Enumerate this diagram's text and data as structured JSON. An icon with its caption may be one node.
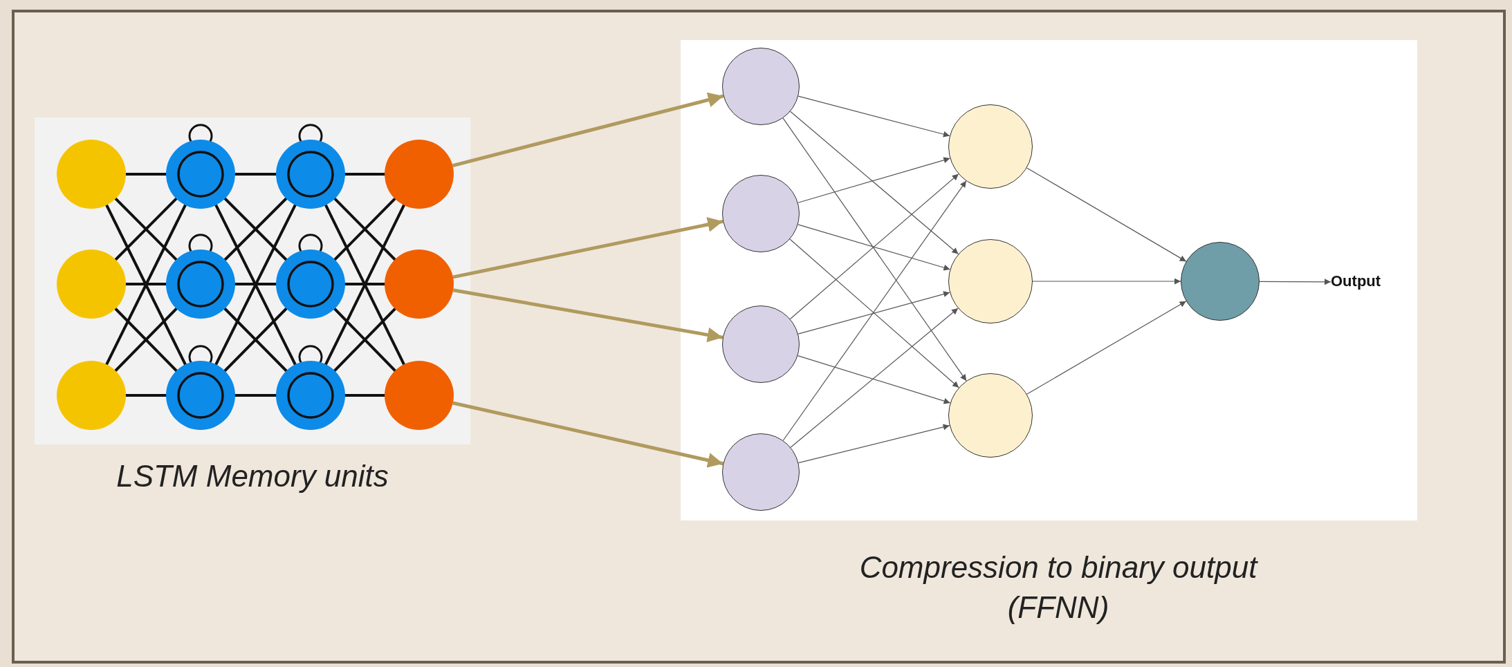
{
  "diagram": {
    "nodes": [
      {
        "text": [],
        "shape": "picture",
        "beside": [
          "LSTM Memory units"
        ]
      },
      {
        "text": [],
        "shape": "circle",
        "in": 0
      },
      {
        "text": [],
        "shape": "circle",
        "in": 0
      },
      {
        "text": [],
        "shape": "circle",
        "in": 0
      },
      {
        "text": [],
        "shape": "picture",
        "beside": [
          "Compression to binary output (FFNN)"
        ]
      },
      {
        "text": [],
        "shape": "circle",
        "in": 4
      },
      {
        "text": [],
        "shape": "circle",
        "in": 4
      },
      {
        "text": [],
        "shape": "circle",
        "in": 4
      },
      {
        "text": [],
        "shape": "circle",
        "in": 4
      },
      {
        "text": [],
        "shape": "circle",
        "in": 4
      },
      {
        "text": [],
        "shape": "circle",
        "in": 4
      },
      {
        "text": [],
        "shape": "circle",
        "in": 4
      },
      {
        "text": [],
        "shape": "circle",
        "in": 4
      },
      {
        "text": [
          "Output"
        ],
        "in": 4
      }
    ],
    "edges": [
      {
        "from": 1,
        "to": 5,
        "arrow": "to",
        "style": "thick",
        "color": "#b09a5e"
      },
      {
        "from": 2,
        "to": 6,
        "arrow": "to",
        "style": "thick",
        "color": "#b09a5e"
      },
      {
        "from": 2,
        "to": 7,
        "arrow": "to",
        "style": "thick",
        "color": "#b09a5e"
      },
      {
        "from": 3,
        "to": 8,
        "arrow": "to",
        "style": "thick",
        "color": "#b09a5e"
      },
      {
        "from": 5,
        "to": 9,
        "arrow": "to"
      },
      {
        "from": 5,
        "to": 10,
        "arrow": "to"
      },
      {
        "from": 5,
        "to": 11,
        "arrow": "to"
      },
      {
        "from": 6,
        "to": 9,
        "arrow": "to"
      },
      {
        "from": 6,
        "to": 10,
        "arrow": "to"
      },
      {
        "from": 6,
        "to": 11,
        "arrow": "to"
      },
      {
        "from": 7,
        "to": 9,
        "arrow": "to"
      },
      {
        "from": 7,
        "to": 10,
        "arrow": "to"
      },
      {
        "from": 7,
        "to": 11,
        "arrow": "to"
      },
      {
        "from": 8,
        "to": 9,
        "arrow": "to"
      },
      {
        "from": 8,
        "to": 10,
        "arrow": "to"
      },
      {
        "from": 8,
        "to": 11,
        "arrow": "to"
      },
      {
        "from": 9,
        "to": 12,
        "arrow": "to"
      },
      {
        "from": 10,
        "to": 12,
        "arrow": "to"
      },
      {
        "from": 11,
        "to": 12,
        "arrow": "to"
      },
      {
        "from": 12,
        "to": 13,
        "arrow": "to"
      }
    ]
  }
}
